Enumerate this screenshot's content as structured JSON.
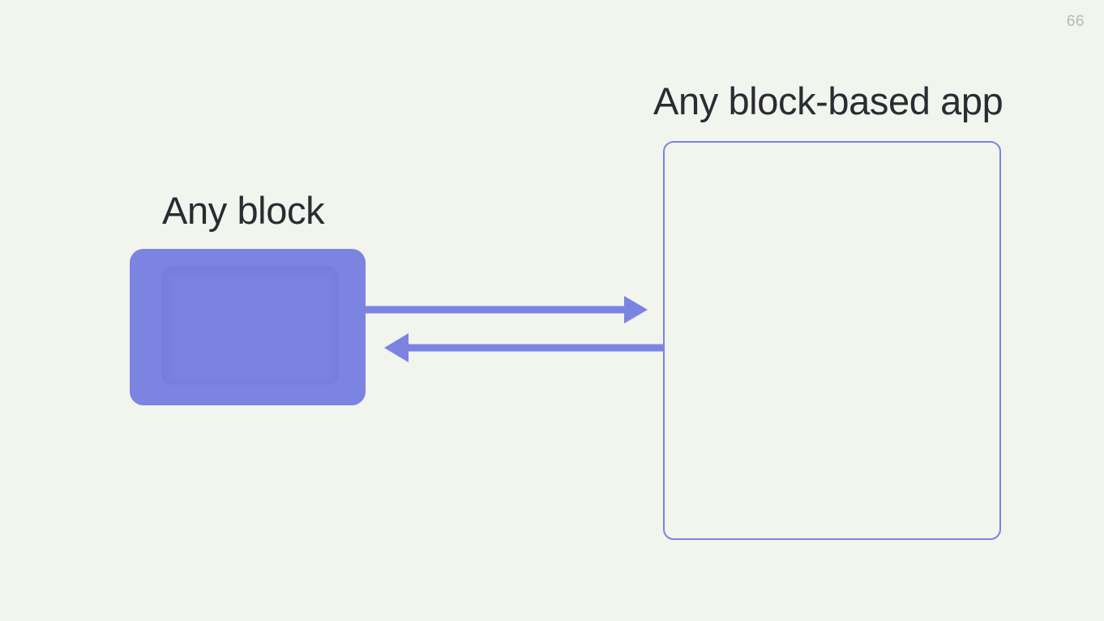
{
  "slide": {
    "page_number": "66",
    "background_color": "#f2f4ee",
    "accent_color": "#7c84e2",
    "text_color": "#2b2b33",
    "page_number_color": "#b9bab4"
  },
  "headings": {
    "left": "Any block",
    "right": "Any block-based app"
  },
  "diagram": {
    "block_label": "Any block",
    "app_label": "Any block-based app",
    "block_fill": "#7c84e2",
    "frame_stroke": "#7c84e2",
    "arrows": [
      {
        "name": "block-to-app",
        "direction": "right",
        "from": "Any block",
        "to": "Any block-based app",
        "color": "#7c84e2"
      },
      {
        "name": "app-to-block",
        "direction": "left",
        "from": "Any block-based app",
        "to": "Any block",
        "color": "#7c84e2"
      }
    ]
  }
}
